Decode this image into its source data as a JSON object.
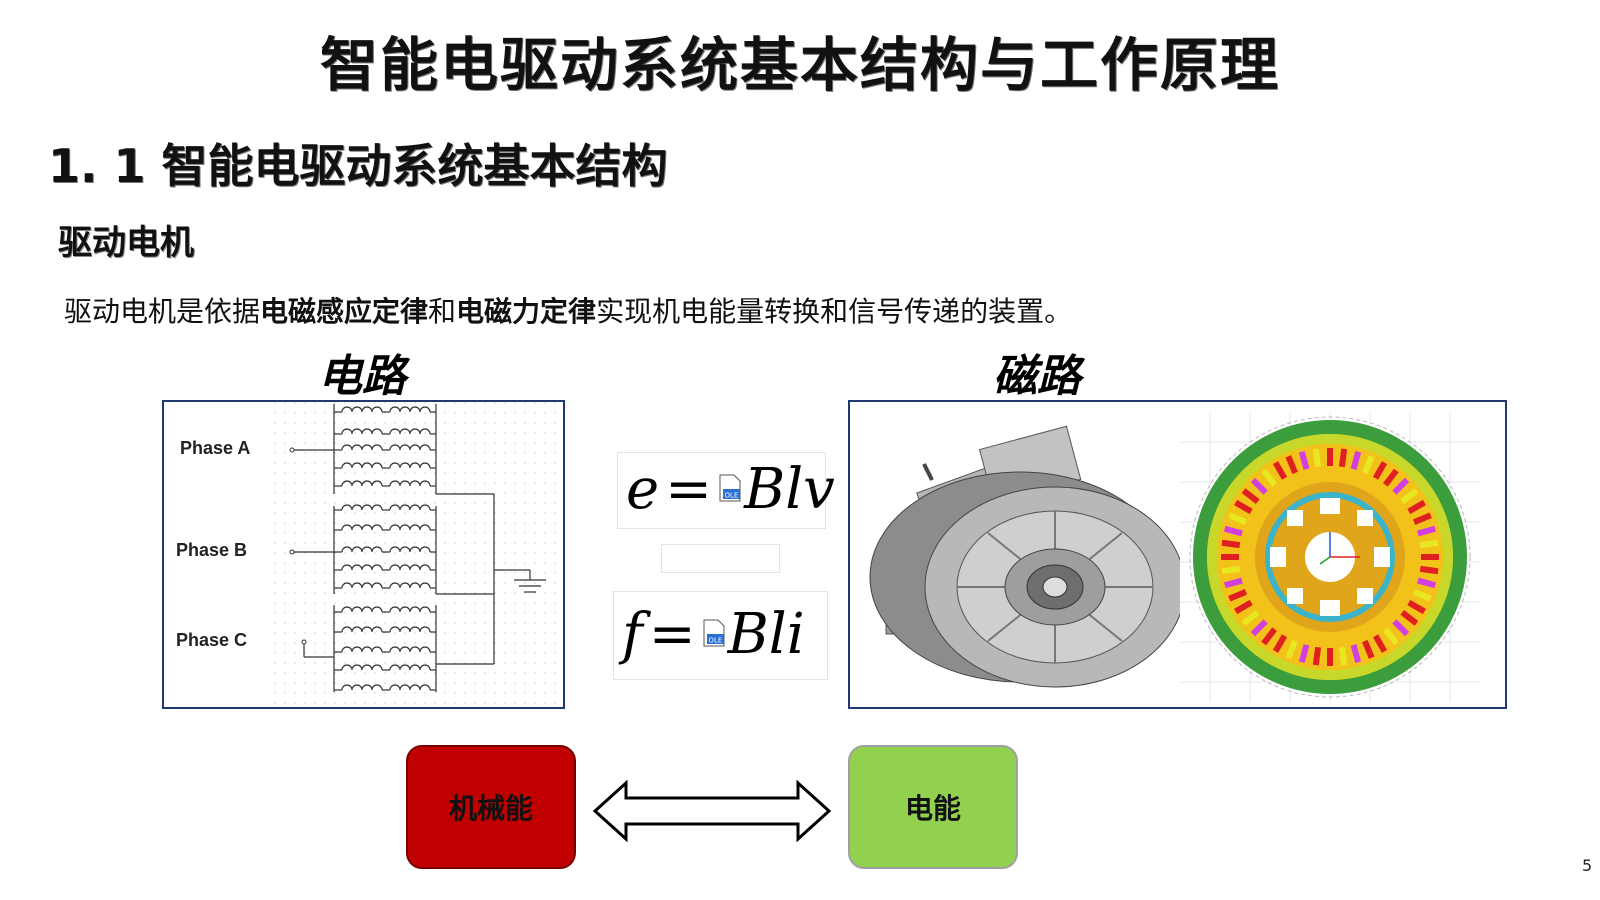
{
  "main_title": "智能电驱动系统基本结构与工作原理",
  "section_title": "1. 1 智能电驱动系统基本结构",
  "sub_title": "驱动电机",
  "description": {
    "prefix": "驱动电机是依据",
    "em1": "电磁感应定律",
    "mid": "和",
    "em2": "电磁力定律",
    "suffix": "实现机电能量转换和信号传递的装置。"
  },
  "circuit": {
    "label": "电路",
    "phases": [
      "Phase A",
      "Phase B",
      "Phase C"
    ]
  },
  "magnetic": {
    "label": "磁路"
  },
  "equations": {
    "induction": {
      "lhs": "e",
      "op": "=",
      "rhs": "Blv"
    },
    "force": {
      "lhs": "f",
      "op": "=",
      "rhs": "Bli"
    }
  },
  "energy": {
    "mechanical": "机械能",
    "electrical": "电能",
    "mechanical_color": "#c00000",
    "electrical_color": "#92d050"
  },
  "page_number": "5"
}
